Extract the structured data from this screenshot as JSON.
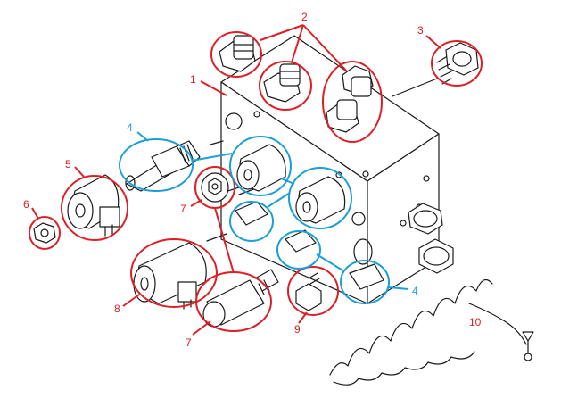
{
  "colors": {
    "red_markup": "#dd1f26",
    "blue_markup": "#1a9fd8",
    "line_art": "#1a1a1a",
    "background": "#ffffff"
  },
  "callouts": {
    "c1": "1",
    "c2": "2",
    "c3": "3",
    "c4a": "4",
    "c4b": "4",
    "c5": "5",
    "c6": "6",
    "c7a": "7",
    "c7b": "7",
    "c8": "8",
    "c9": "9",
    "c10": "10"
  }
}
